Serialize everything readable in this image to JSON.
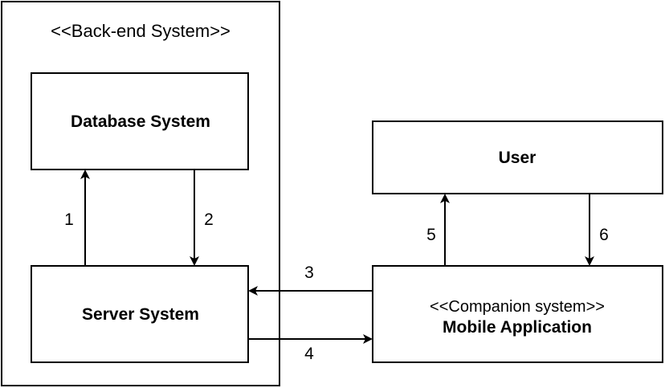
{
  "diagram": {
    "container": {
      "label": "<<Back-end System>>"
    },
    "nodes": {
      "database": {
        "label": "Database System"
      },
      "server": {
        "label": "Server System"
      },
      "user": {
        "label": "User"
      },
      "mobile": {
        "stereotype": "<<Companion system>>",
        "label": "Mobile Application"
      }
    },
    "edges": [
      {
        "id": "e1",
        "label": "1",
        "from": "Server System",
        "to": "Database System"
      },
      {
        "id": "e2",
        "label": "2",
        "from": "Database System",
        "to": "Server System"
      },
      {
        "id": "e3",
        "label": "3",
        "from": "Mobile Application",
        "to": "Server System"
      },
      {
        "id": "e4",
        "label": "4",
        "from": "Server System",
        "to": "Mobile Application"
      },
      {
        "id": "e5",
        "label": "5",
        "from": "Mobile Application",
        "to": "User"
      },
      {
        "id": "e6",
        "label": "6",
        "from": "User",
        "to": "Mobile Application"
      }
    ],
    "colors": {
      "stroke": "#000000",
      "fill": "#ffffff"
    }
  }
}
